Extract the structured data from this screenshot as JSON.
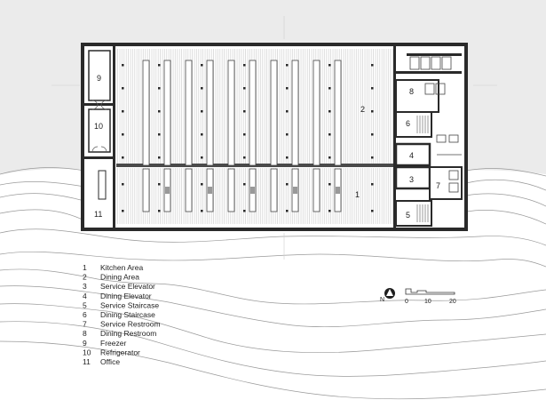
{
  "rooms": {
    "r1": "1",
    "r2": "2",
    "r3": "3",
    "r4": "4",
    "r5": "5",
    "r6": "6",
    "r7": "7",
    "r8": "8",
    "r9": "9",
    "r10": "10",
    "r11": "11"
  },
  "legend": [
    {
      "num": "1",
      "label": "Kitchen Area"
    },
    {
      "num": "2",
      "label": "Dining Area"
    },
    {
      "num": "3",
      "label": "Service Elevator"
    },
    {
      "num": "4",
      "label": "Dining Elevator"
    },
    {
      "num": "5",
      "label": "Service Staircase"
    },
    {
      "num": "6",
      "label": "Dining Staircase"
    },
    {
      "num": "7",
      "label": "Service Restroom"
    },
    {
      "num": "8",
      "label": "Dining Restroom"
    },
    {
      "num": "9",
      "label": "Freezer"
    },
    {
      "num": "10",
      "label": "Refrigerator"
    },
    {
      "num": "11",
      "label": "Office"
    }
  ],
  "north": {
    "label": "N"
  },
  "scale": {
    "t0": "0",
    "t1": "10",
    "t2": "20"
  },
  "colors": {
    "background": "#ebebeb",
    "wall": "#2a2a2a",
    "floor": "#ffffff",
    "hatch": "#d2d2d2"
  }
}
